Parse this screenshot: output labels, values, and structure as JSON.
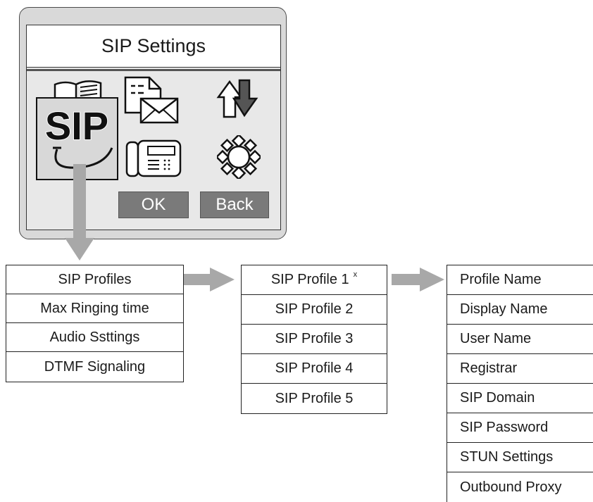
{
  "screen": {
    "title": "SIP Settings",
    "icons": [
      "phonebook-icon",
      "message-icon",
      "up-down-arrows-icon",
      "sip-icon",
      "desk-phone-icon",
      "settings-gear-icon"
    ],
    "selected_icon_text": "SIP",
    "ok_label": "OK",
    "back_label": "Back"
  },
  "menu_main": {
    "items": [
      "SIP Profiles",
      "Max Ringing time",
      "Audio Ssttings",
      "DTMF Signaling"
    ]
  },
  "menu_profiles": {
    "items": [
      "SIP Profile 1",
      "SIP Profile 2",
      "SIP Profile 3",
      "SIP Profile 4",
      "SIP Profile 5"
    ],
    "active_marker": "x"
  },
  "menu_profile_fields": {
    "items": [
      "Profile Name",
      "Display Name",
      "User Name",
      "Registrar",
      "SIP Domain",
      "SIP Password",
      "STUN Settings",
      "Outbound Proxy"
    ]
  },
  "colors": {
    "arrow": "#a8a8a8",
    "button": "#7a7a7a",
    "device_bg": "#d9d9d9"
  }
}
